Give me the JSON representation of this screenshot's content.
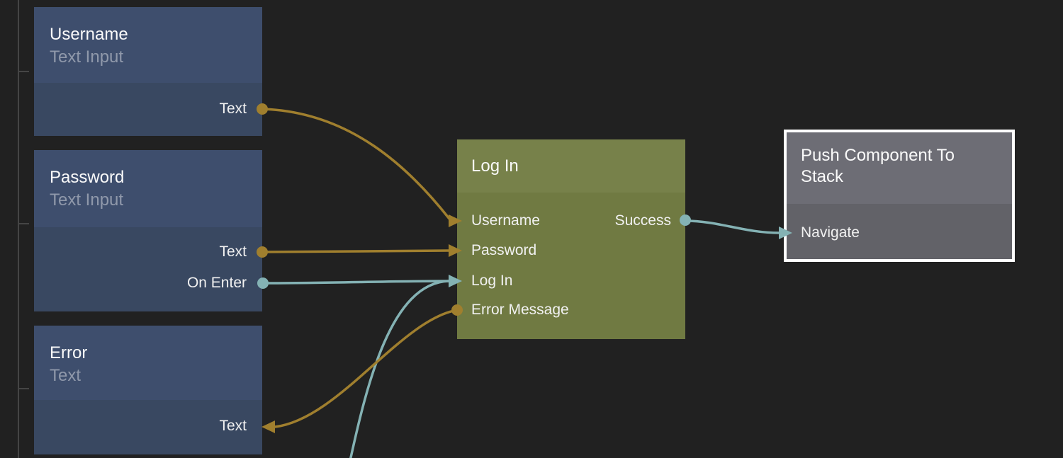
{
  "canvas": {
    "background": "#212121",
    "hierarchy_rail_color": "#454545"
  },
  "colors": {
    "wire_gold": "#a07f2e",
    "wire_teal": "#84b2b4",
    "blue_node_header": "#3e4e6d",
    "blue_node_body": "#394861",
    "green_node_header": "#77814a",
    "green_node_body": "#707a42",
    "gray_node_header": "#6d6d75",
    "gray_node_body": "#626268",
    "selection_border": "#ffffff"
  },
  "nodes": {
    "username": {
      "title": "Username",
      "subtitle": "Text Input",
      "ports": [
        {
          "label": "Text",
          "direction": "output",
          "color": "gold"
        }
      ]
    },
    "password": {
      "title": "Password",
      "subtitle": "Text Input",
      "ports": [
        {
          "label": "Text",
          "direction": "output",
          "color": "gold"
        },
        {
          "label": "On Enter",
          "direction": "output",
          "color": "teal"
        }
      ]
    },
    "error": {
      "title": "Error",
      "subtitle": "Text",
      "ports": [
        {
          "label": "Text",
          "direction": "input",
          "color": "gold"
        }
      ]
    },
    "login": {
      "title": "Log In",
      "inputs": [
        {
          "label": "Username",
          "color": "gold"
        },
        {
          "label": "Password",
          "color": "gold"
        },
        {
          "label": "Log In",
          "color": "teal"
        },
        {
          "label": "Error Message",
          "color": "gold"
        }
      ],
      "outputs": [
        {
          "label": "Success",
          "color": "teal"
        }
      ]
    },
    "push": {
      "title": "Push Component To Stack",
      "selected": true,
      "ports": [
        {
          "label": "Navigate",
          "direction": "input",
          "color": "teal"
        }
      ]
    }
  },
  "connections": [
    {
      "from": "Username.Text",
      "to": "Log In.Username",
      "color": "#a07f2e"
    },
    {
      "from": "Password.Text",
      "to": "Log In.Password",
      "color": "#a07f2e"
    },
    {
      "from": "Password.On Enter",
      "to": "Log In.Log In",
      "color": "#84b2b4"
    },
    {
      "from": "offscreen-bottom",
      "to": "Log In.Log In",
      "color": "#84b2b4"
    },
    {
      "from": "Log In.Error Message",
      "to": "Error.Text",
      "color": "#a07f2e"
    },
    {
      "from": "Log In.Success",
      "to": "Push Component To Stack.Navigate",
      "color": "#84b2b4"
    }
  ]
}
